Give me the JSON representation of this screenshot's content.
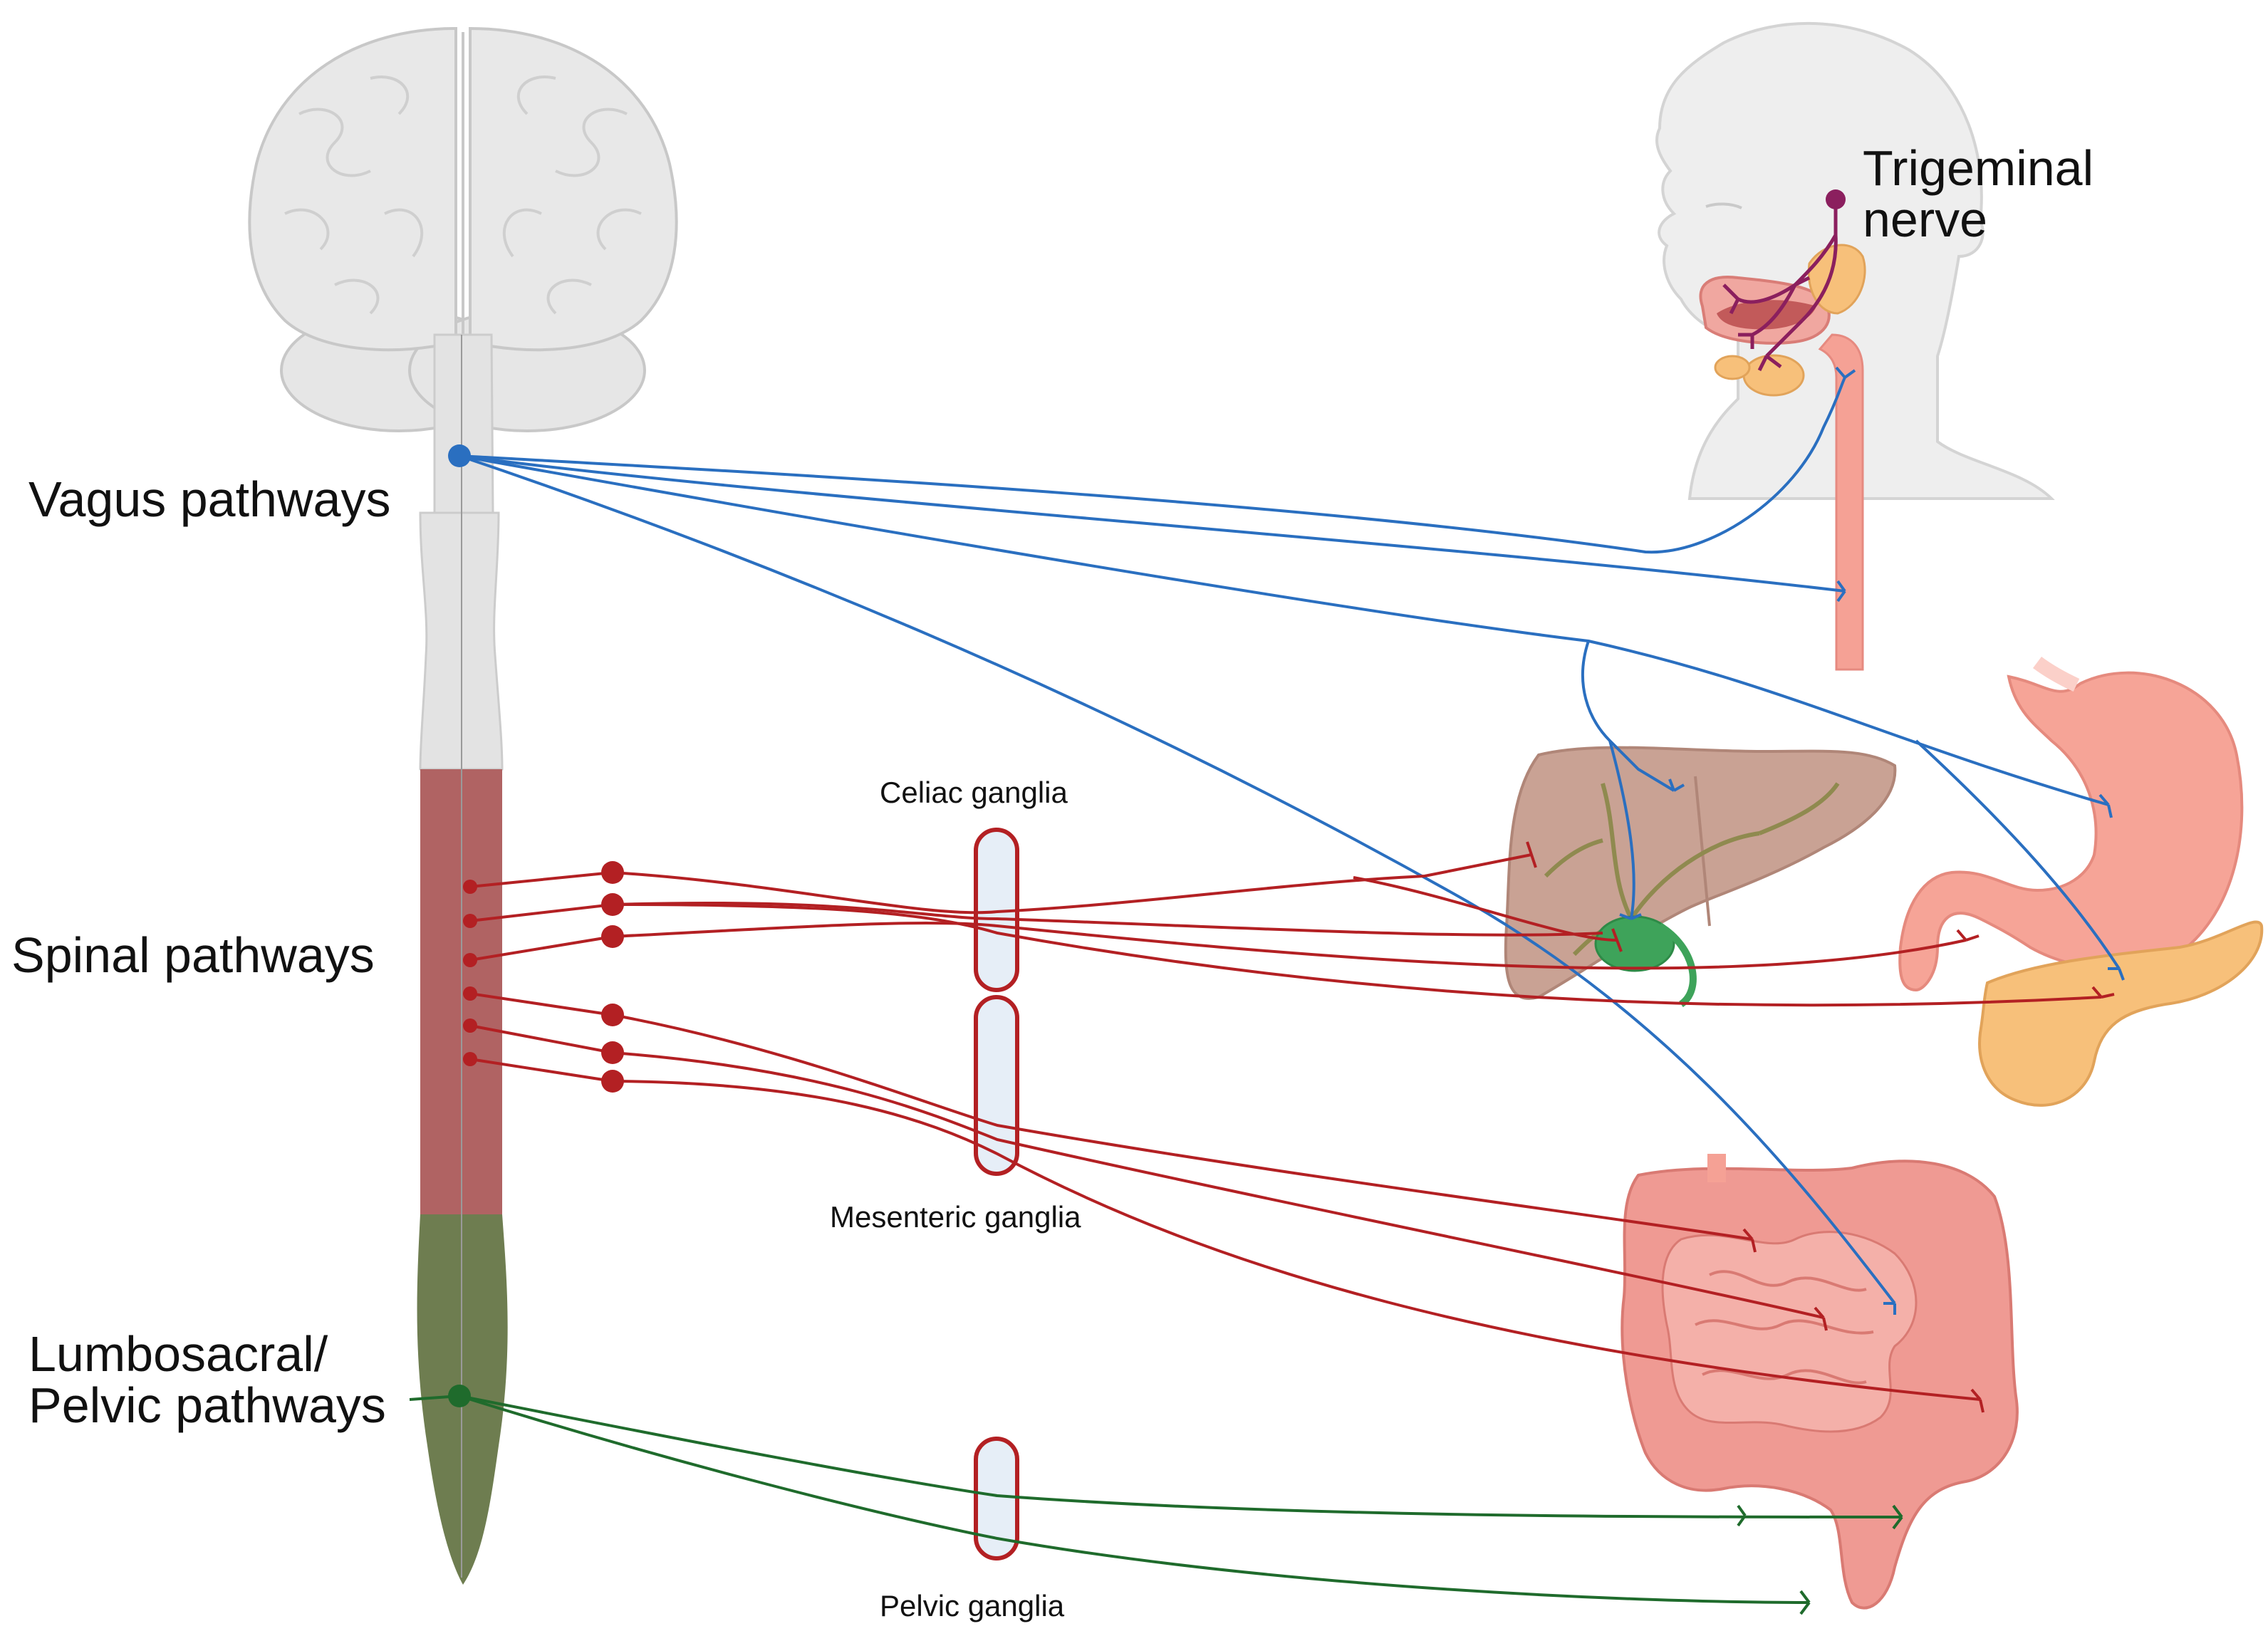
{
  "labels": {
    "trigeminal": "Trigeminal\nnerve",
    "vagus": "Vagus pathways",
    "spinal": "Spinal pathways",
    "lumbosacral": "Lumbosacral/\nPelvic pathways",
    "celiac": "Celiac ganglia",
    "mesenteric": "Mesenteric ganglia",
    "pelvic": "Pelvic ganglia"
  },
  "colors": {
    "vagus": "#2a6fc0",
    "spinal": "#b32023",
    "pelvic": "#1f6b2c",
    "trigeminal": "#8b1f5e",
    "spinal_segment": "#b06363",
    "pelvic_segment": "#6e7d50",
    "brain": "#e8e8e8",
    "liver": "#c9a294",
    "stomach": "#f6a497",
    "pancreas": "#f7c07a",
    "intestine": "#ef9a93",
    "gallbladder": "#3ea35a"
  },
  "icons": [
    "brain-illustration",
    "spinal-cord-illustration",
    "head-illustration",
    "esophagus-illustration",
    "liver-illustration",
    "stomach-illustration",
    "pancreas-illustration",
    "intestine-illustration"
  ]
}
